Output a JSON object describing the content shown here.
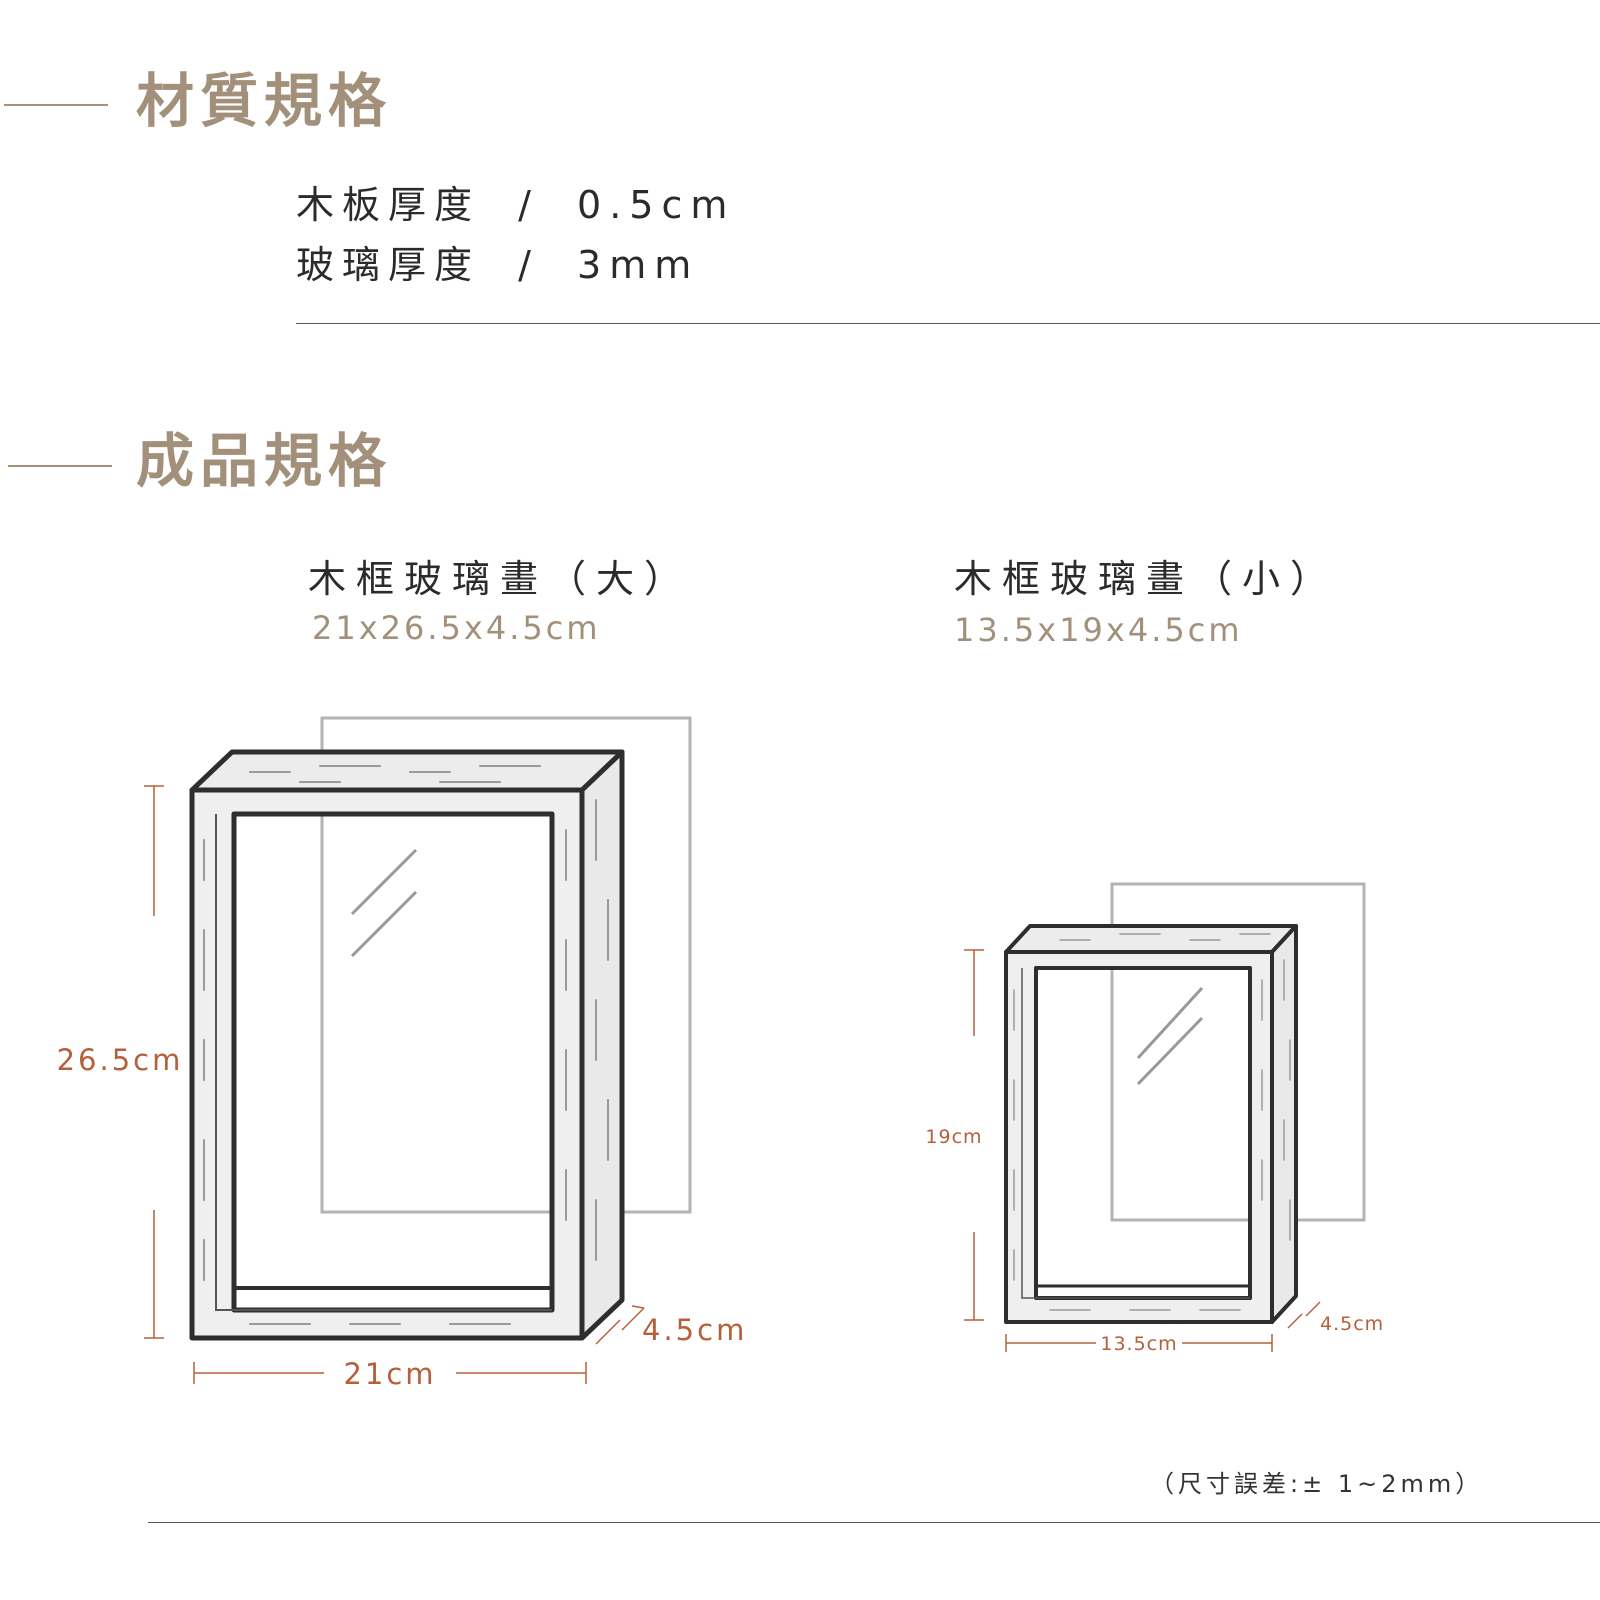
{
  "material": {
    "heading": "材質規格",
    "rows": [
      {
        "label": "木板厚度",
        "sep": "/",
        "value": "0.5cm"
      },
      {
        "label": "玻璃厚度",
        "sep": "/",
        "value": "3mm"
      }
    ]
  },
  "product": {
    "heading": "成品規格",
    "large": {
      "title": "木框玻璃畫（大）",
      "size": "21x26.5x4.5cm",
      "dim_height": "26.5cm",
      "dim_width": "21cm",
      "dim_depth": "4.5cm"
    },
    "small": {
      "title": "木框玻璃畫（小）",
      "size": "13.5x19x4.5cm",
      "dim_height": "19cm",
      "dim_width": "13.5cm",
      "dim_depth": "4.5cm"
    },
    "tolerance_note": "（尺寸誤差:± 1~2mm）"
  },
  "colors": {
    "heading": "#a3907a",
    "dimension": "#b5603a",
    "text": "#2b2b2b"
  }
}
